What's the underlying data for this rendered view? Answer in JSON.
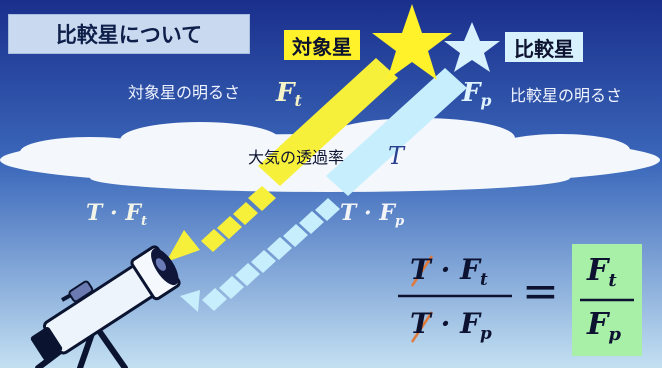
{
  "title": "比較星について",
  "target_star_label": "対象星",
  "comparison_star_label": "比較星",
  "target_brightness_label": "対象星の明るさ",
  "comparison_brightness_label": "比較星の明るさ",
  "target_flux": {
    "symbol": "F",
    "subscript": "t"
  },
  "comparison_flux": {
    "symbol": "F",
    "subscript": "p"
  },
  "transmittance_label": "大気の透過率",
  "transmittance_symbol": "T",
  "attenuated_target": {
    "t": "T",
    "dot": "·",
    "f": "F",
    "sub": "t"
  },
  "attenuated_comparison": {
    "t": "T",
    "dot": "·",
    "f": "F",
    "sub": "p"
  },
  "equation": {
    "num_t": "T",
    "num_dot": "·",
    "num_f": "F",
    "num_sub": "t",
    "den_t": "T",
    "den_dot": "·",
    "den_f": "F",
    "den_sub": "p",
    "equals": "=",
    "res_num_f": "F",
    "res_num_sub": "t",
    "res_den_f": "F",
    "res_den_sub": "p"
  },
  "colors": {
    "sky_top": "#1a2f8c",
    "sky_bottom": "#bcdcf0",
    "target_star": "#fff12a",
    "comparison_star": "#d7f1ff",
    "target_beam": "#f7f03a",
    "comparison_beam": "#c7eefc",
    "cloud": "#f4f8fc",
    "result_box": "#a8f0a8",
    "strike": "#e07a3a"
  }
}
